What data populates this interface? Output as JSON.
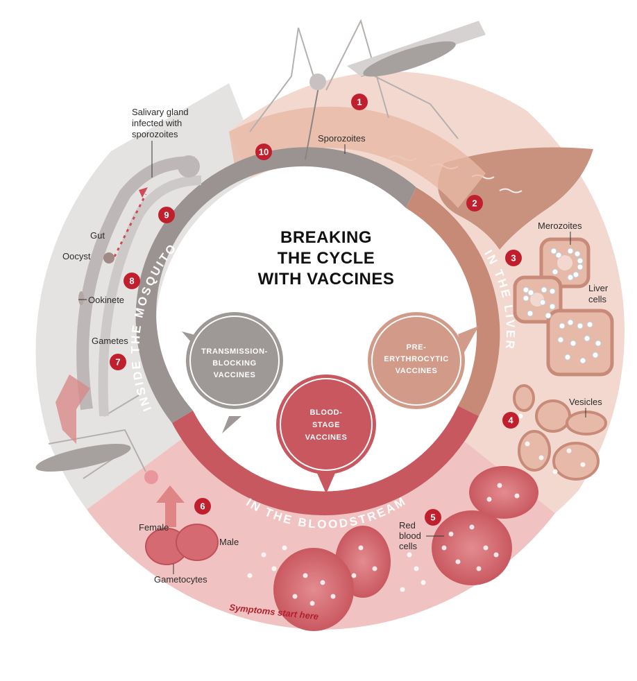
{
  "title": {
    "line1": "BREAKING",
    "line2": "THE CYCLE",
    "line3": "WITH VACCINES"
  },
  "ring_sections": {
    "liver": "IN THE LIVER",
    "bloodstream": "IN THE BLOODSTREAM",
    "mosquito": "INSIDE THE MOSQUITO"
  },
  "vaccines": {
    "pre_erythrocytic": [
      "PRE-",
      "ERYTHROCYTIC",
      "VACCINES"
    ],
    "blood_stage": [
      "BLOOD-",
      "STAGE",
      "VACCINES"
    ],
    "transmission_blocking": [
      "TRANSMISSION-",
      "BLOCKING",
      "VACCINES"
    ]
  },
  "steps": [
    "1",
    "2",
    "3",
    "4",
    "5",
    "6",
    "7",
    "8",
    "9",
    "10"
  ],
  "labels": {
    "sporozoites": "Sporozoites",
    "merozoites": "Merozoites",
    "liver_cells": [
      "Liver",
      "cells"
    ],
    "vesicles": "Vesicles",
    "red_blood_cells": [
      "Red",
      "blood",
      "cells"
    ],
    "female": "Female",
    "male": "Male",
    "gametocytes": "Gametocytes",
    "gametes": "Gametes",
    "ookinete": "Ookinete",
    "oocyst": "Oocyst",
    "gut": "Gut",
    "salivary_gland": [
      "Salivary gland",
      "infected with",
      "sporozoites"
    ],
    "symptoms": "Symptoms start here"
  },
  "colors": {
    "step_badge": "#c0202e",
    "liver": "#c98d7a",
    "liver_light": "#ecc9bc",
    "blood": "#c9575f",
    "blood_light": "#ecaeb0",
    "mosquito": "#9e9897",
    "mosquito_light": "#e3e1e0"
  }
}
